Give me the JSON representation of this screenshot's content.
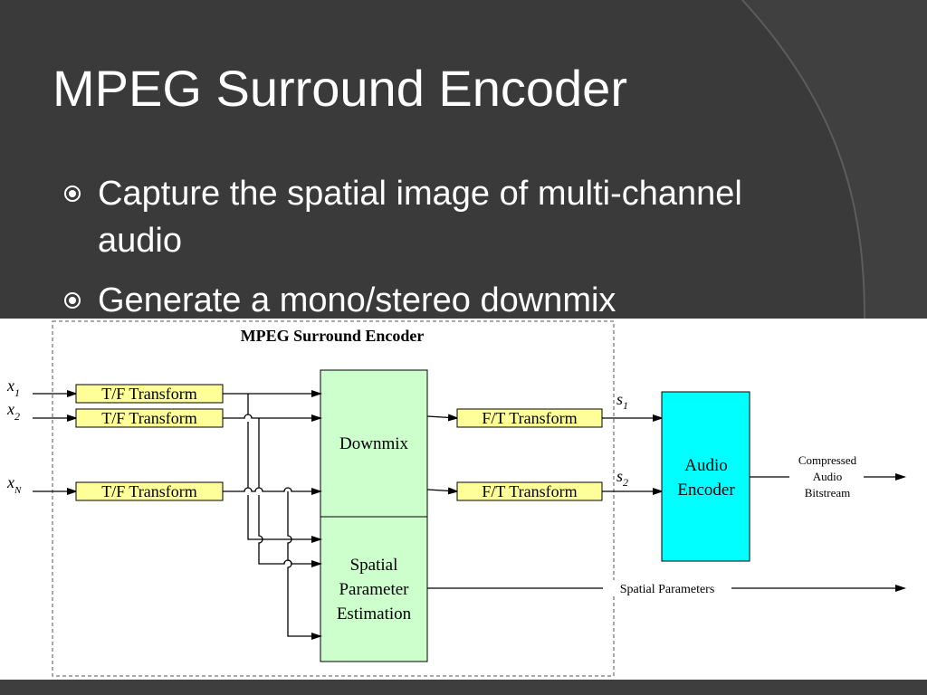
{
  "slide": {
    "title": "MPEG Surround Encoder",
    "bullets": [
      "Capture the spatial image of multi-channel audio",
      "Generate a mono/stereo downmix"
    ],
    "bullet_icon": "circled-dot-bullet-icon"
  },
  "diagram": {
    "frame_title": "MPEG Surround Encoder",
    "inputs": [
      {
        "base": "x",
        "subscript": "1"
      },
      {
        "base": "x",
        "subscript": "2"
      },
      {
        "base": "x",
        "subscript": "N"
      }
    ],
    "tf_transform_label": "T/F Transform",
    "ft_transform_label": "F/T Transform",
    "downmix_label": "Downmix",
    "spatial_estimation_lines": [
      "Spatial",
      "Parameter",
      "Estimation"
    ],
    "signals": [
      {
        "base": "s",
        "subscript": "1"
      },
      {
        "base": "s",
        "subscript": "2"
      }
    ],
    "audio_encoder_lines": [
      "Audio",
      "Encoder"
    ],
    "compressed_bitstream_lines": [
      "Compressed",
      "Audio",
      "Bitstream"
    ],
    "spatial_parameters_label": "Spatial Parameters",
    "colors": {
      "transform_fill": "#ffff99",
      "block_fill": "#ccffcc",
      "encoder_fill": "#00ffff",
      "slide_background": "#404040",
      "diagram_background": "#ffffff",
      "title_text": "#ffffff"
    }
  }
}
